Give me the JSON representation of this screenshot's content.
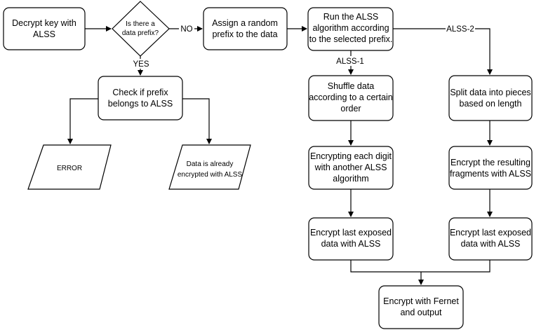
{
  "nodes": {
    "decrypt_key": [
      "Decrypt key with",
      "ALSS"
    ],
    "prefix_question": [
      "Is there a",
      "data prefix?"
    ],
    "assign_prefix": [
      "Assign a random",
      "prefix to the data"
    ],
    "run_alss": [
      "Run the ALSS",
      "algorithm according",
      "to the selected prefix."
    ],
    "check_prefix": [
      "Check if prefix",
      "belongs to ALSS"
    ],
    "error": [
      "ERROR"
    ],
    "already_encrypted": [
      "Data is already",
      "encrypted with ALSS"
    ],
    "shuffle": [
      "Shuffle data",
      "according to a certain",
      "order"
    ],
    "encrypt_digit": [
      "Encrypting each digit",
      "with another ALSS",
      "algorithm"
    ],
    "encrypt_last_1": [
      "Encrypt last exposed",
      "data with ALSS"
    ],
    "split": [
      "Split data into pieces",
      "based on length"
    ],
    "encrypt_fragments": [
      "Encrypt the resulting",
      "fragments with ALSS"
    ],
    "encrypt_last_2": [
      "Encrypt last exposed",
      "data with ALSS"
    ],
    "fernet": [
      "Encrypt with Fernet",
      "and output"
    ]
  },
  "edge_labels": {
    "no": "NO",
    "yes": "YES",
    "alss1": "ALSS-1",
    "alss2": "ALSS-2"
  }
}
